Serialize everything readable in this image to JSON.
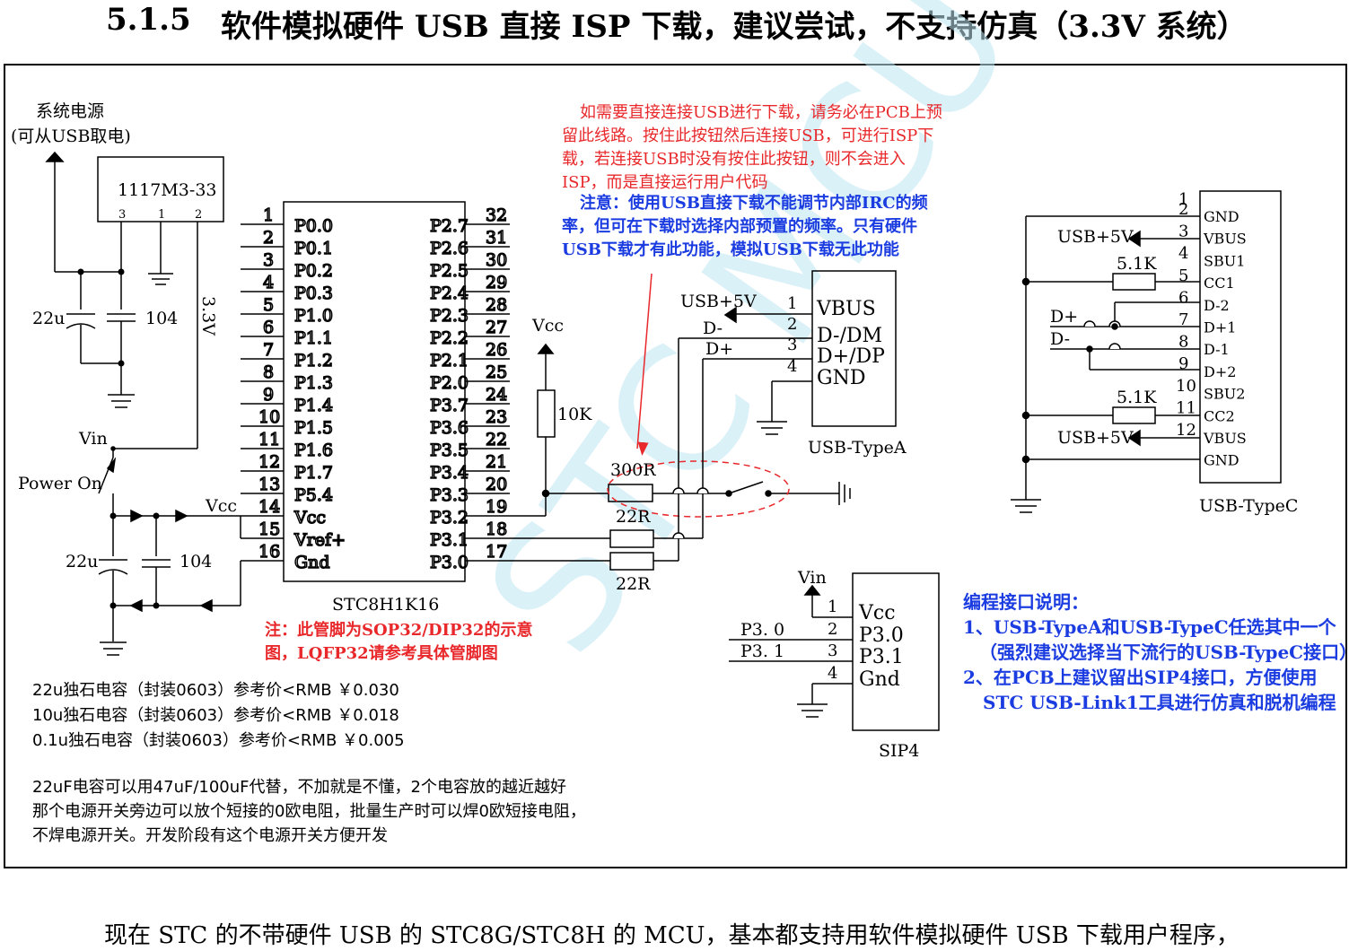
{
  "heading": {
    "number": "5.1.5",
    "title": "软件模拟硬件 USB 直接 ISP 下载，建议尝试，不支持仿真（3.3V 系统）"
  },
  "schematic": {
    "power": {
      "label_line1": "系统电源",
      "label_line2": "(可从USB取电)",
      "regulator": "1117M3-33",
      "reg_pins": [
        "3",
        "1",
        "2"
      ],
      "rail": "3.3V",
      "cap_big": "22u",
      "cap_small": "104",
      "vin": "Vin",
      "power_on": "Power On",
      "vcc": "Vcc"
    },
    "mcu": {
      "name": "STC8H1K16",
      "left_pin_numbers": [
        "1",
        "2",
        "3",
        "4",
        "5",
        "6",
        "7",
        "8",
        "9",
        "10",
        "11",
        "12",
        "13",
        "14",
        "15",
        "16"
      ],
      "left_pin_names": [
        "P0.0",
        "P0.1",
        "P0.2",
        "P0.3",
        "P1.0",
        "P1.1",
        "P1.2",
        "P1.3",
        "P1.4",
        "P1.5",
        "P1.6",
        "P1.7",
        "P5.4",
        "Vcc",
        "Vref+",
        "Gnd"
      ],
      "right_pin_numbers": [
        "32",
        "31",
        "30",
        "29",
        "28",
        "27",
        "26",
        "25",
        "24",
        "23",
        "22",
        "21",
        "20",
        "19",
        "18",
        "17"
      ],
      "right_pin_names": [
        "P2.7",
        "P2.6",
        "P2.5",
        "P2.4",
        "P2.3",
        "P2.2",
        "P2.1",
        "P2.0",
        "P3.7",
        "P3.6",
        "P3.5",
        "P3.4",
        "P3.3",
        "P3.2",
        "P3.1",
        "P3.0"
      ],
      "note_line1": "注：此管脚为SOP32/DIP32的示意",
      "note_line2": "图，LQFP32请参考具体管脚图"
    },
    "components": {
      "vcc": "Vcc",
      "pullup": "10K",
      "r_switch": "300R",
      "r_dm": "22R",
      "r_dp": "22R"
    },
    "annotation_red": [
      "如需要直接连接USB进行下载，请务必在PCB上预",
      "留此线路。按住此按钮然后连接USB，可进行ISP下",
      "载，若连接USB时没有按住此按钮，则不会进入",
      "ISP，而是直接运行用户代码"
    ],
    "annotation_blue": [
      "注意：使用USB直接下载不能调节内部IRC的频",
      "率，但可在下载时选择内部预置的频率。只有硬件",
      "USB下载才有此功能，模拟USB下载无此功能"
    ],
    "usb_a": {
      "name": "USB-TypeA",
      "pin_numbers": [
        "1",
        "2",
        "3",
        "4"
      ],
      "pin_names": [
        "VBUS",
        "D-/DM",
        "D+/DP",
        "GND"
      ],
      "net_5v": "USB+5V",
      "net_dm": "D-",
      "net_dp": "D+"
    },
    "usb_c": {
      "name": "USB-TypeC",
      "pin_numbers": [
        "1",
        "2",
        "3",
        "4",
        "5",
        "6",
        "7",
        "8",
        "9",
        "10",
        "11",
        "12"
      ],
      "pin_names": [
        "GND",
        "VBUS",
        "SBU1",
        "CC1",
        "D-2",
        "D+1",
        "D-1",
        "D+2",
        "SBU2",
        "CC2",
        "VBUS",
        "GND"
      ],
      "net_5v_a": "USB+5V",
      "net_5v_b": "USB+5V",
      "r_cc1": "5.1K",
      "r_cc2": "5.1K",
      "net_dp": "D+",
      "net_dm": "D-"
    },
    "sip4": {
      "name": "SIP4",
      "vin": "Vin",
      "pin_numbers": [
        "1",
        "2",
        "3",
        "4"
      ],
      "pin_names": [
        "Vcc",
        "P3.0",
        "P3.1",
        "Gnd"
      ],
      "net_p30": "P3. 0",
      "net_p31": "P3. 1"
    },
    "prog_note": [
      "编程接口说明：",
      "1、USB-TypeA和USB-TypeC任选其中一个",
      "（强烈建议选择当下流行的USB-TypeC接口）",
      "2、在PCB上建议留出SIP4接口，方便使用",
      "STC USB-Link1工具进行仿真和脱机编程"
    ],
    "price_notes": [
      "22u独石电容（封装0603）参考价<RMB ￥0.030",
      "10u独石电容（封装0603）参考价<RMB ￥0.018",
      "0.1u独石电容（封装0603）参考价<RMB ￥0.005"
    ],
    "design_notes": [
      "22uF电容可以用47uF/100uF代替，不加就是不懂，2个电容放的越近越好",
      "那个电源开关旁边可以放个短接的0欧电阻，批量生产时可以焊0欧短接电阻，",
      "不焊电源开关。开发阶段有这个电源开关方便开发"
    ],
    "watermark": "STC MCU"
  },
  "body_text": "现在 STC 的不带硬件 USB 的 STC8G/STC8H 的 MCU，基本都支持用软件模拟硬件 USB 下载用户程序，",
  "colors": {
    "red_note": "#e8282b",
    "blue_note": "#1b3ce0",
    "watermark": "#bfe6f3"
  }
}
